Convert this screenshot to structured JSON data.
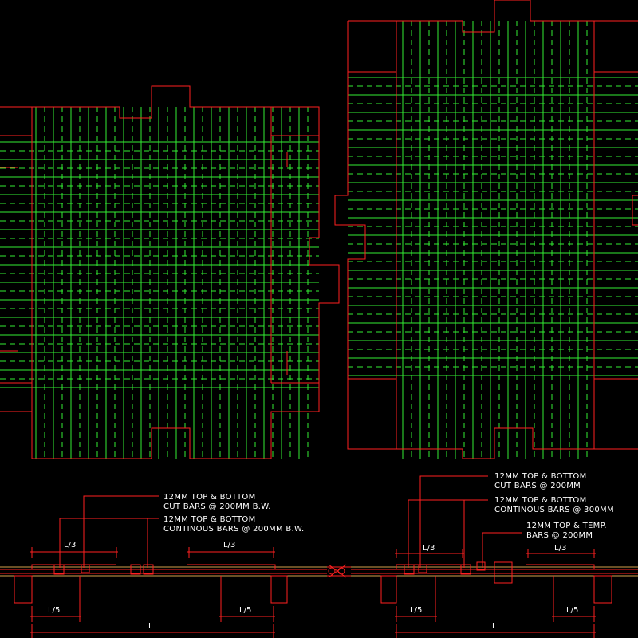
{
  "colors": {
    "background": "#000000",
    "outline": "#ff2020",
    "rebar": "#33ee33",
    "text": "#ffffff",
    "leader": "#ff2020",
    "slab_section": "#d4a24c"
  },
  "left_detail": {
    "note1_line1": "12MM TOP & BOTTOM",
    "note1_line2": "CUT BARS @ 200MM B.W.",
    "note2_line1": "12MM TOP & BOTTOM",
    "note2_line2": "CONTINOUS BARS @ 200MM B.W.",
    "dim_l3_a": "L/3",
    "dim_l3_b": "L/3",
    "dim_l5_a": "L/5",
    "dim_l5_b": "L/5",
    "dim_l": "L"
  },
  "right_detail": {
    "note1_line1": "12MM TOP & BOTTOM",
    "note1_line2": "CUT BARS @ 200MM",
    "note2_line1": "12MM TOP & BOTTOM",
    "note2_line2": "CONTINOUS BARS @ 300MM",
    "note3_line1": "12MM TOP & TEMP.",
    "note3_line2": "BARS @ 200MM",
    "dim_l3_a": "L/3",
    "dim_l3_b": "L/3",
    "dim_l5_a": "L/5",
    "dim_l5_b": "L/5",
    "dim_l": "L"
  }
}
